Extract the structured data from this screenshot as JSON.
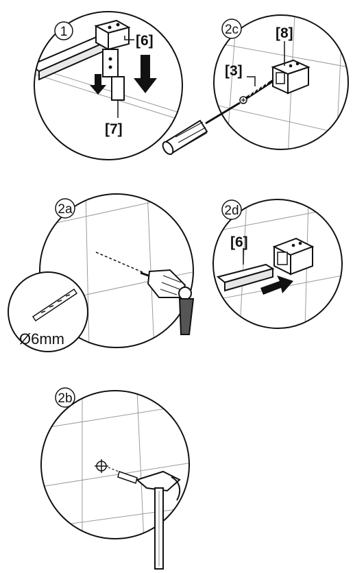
{
  "steps": {
    "s1": "1",
    "s2a": "2a",
    "s2b": "2b",
    "s2c": "2c",
    "s2d": "2d"
  },
  "labels": {
    "p6": "[6]",
    "p7": "[7]",
    "p8": "[8]",
    "p3": "[3]",
    "p6b": "[6]"
  },
  "drill_bit": "Ø6mm"
}
